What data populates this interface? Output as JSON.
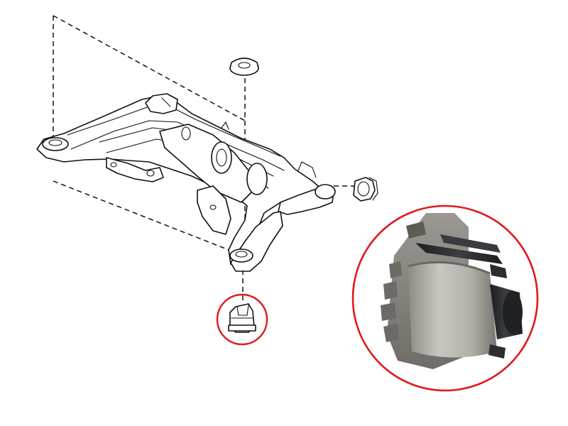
{
  "colors": {
    "highlight_circle": "#e0191e",
    "line_art": "#111111",
    "background": "#ffffff",
    "rubber_dark": "#2b2d30",
    "metal_sleeve": "#b5b2ad"
  },
  "icons": [
    "subframe-drawing",
    "bushing-top-mount",
    "bushing-bottom-mount",
    "bushing-rear-side",
    "bushing-photo"
  ]
}
